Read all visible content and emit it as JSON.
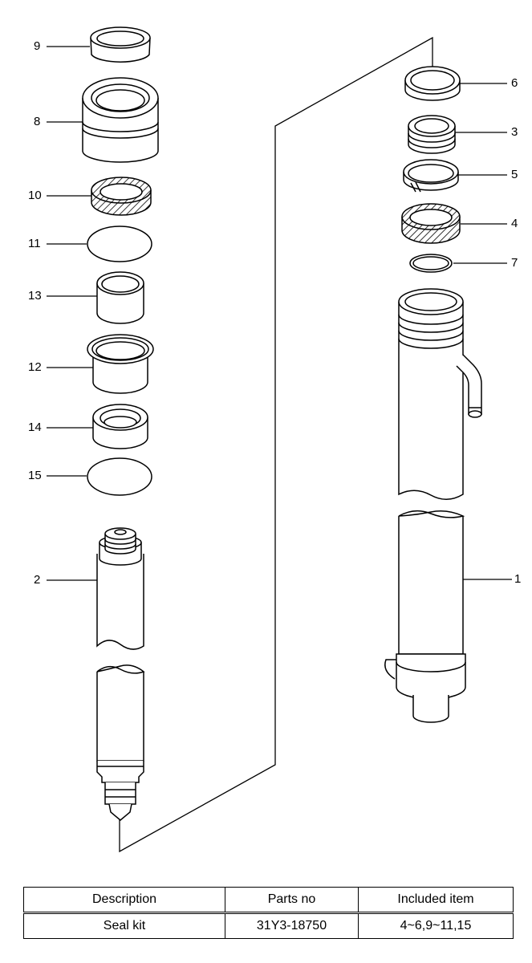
{
  "callouts": {
    "c1": "1",
    "c2": "2",
    "c3": "3",
    "c4": "4",
    "c5": "5",
    "c6": "6",
    "c7": "7",
    "c8": "8",
    "c9": "9",
    "c10": "10",
    "c11": "11",
    "c12": "12",
    "c13": "13",
    "c14": "14",
    "c15": "15"
  },
  "table": {
    "headers": {
      "description": "Description",
      "parts_no": "Parts no",
      "included": "Included item"
    },
    "rows": [
      {
        "description": "Seal kit",
        "parts_no": "31Y3-18750",
        "included": "4~6,9~11,15"
      }
    ]
  }
}
